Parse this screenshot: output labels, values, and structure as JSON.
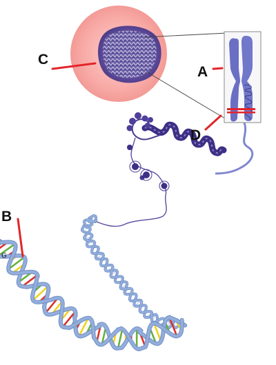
{
  "labels": {
    "a": "A",
    "b": "B",
    "c": "C",
    "d": "D",
    "base": "G"
  },
  "colors": {
    "cytoplasm": "#f6a3a0",
    "nucleus": "#5b4796",
    "chromosome": "#7077c7",
    "chromosome_dark": "#3d2f85",
    "pointer": "#e3242b",
    "backbone": "#94aedb",
    "base_yellow": "#f2d21e",
    "base_red": "#d9312b",
    "base_green": "#68b13e"
  },
  "icons": [
    "cell-graphic",
    "nucleus-graphic",
    "chromosome-graphic",
    "chromatin-fiber-graphic",
    "dna-helix-graphic"
  ]
}
